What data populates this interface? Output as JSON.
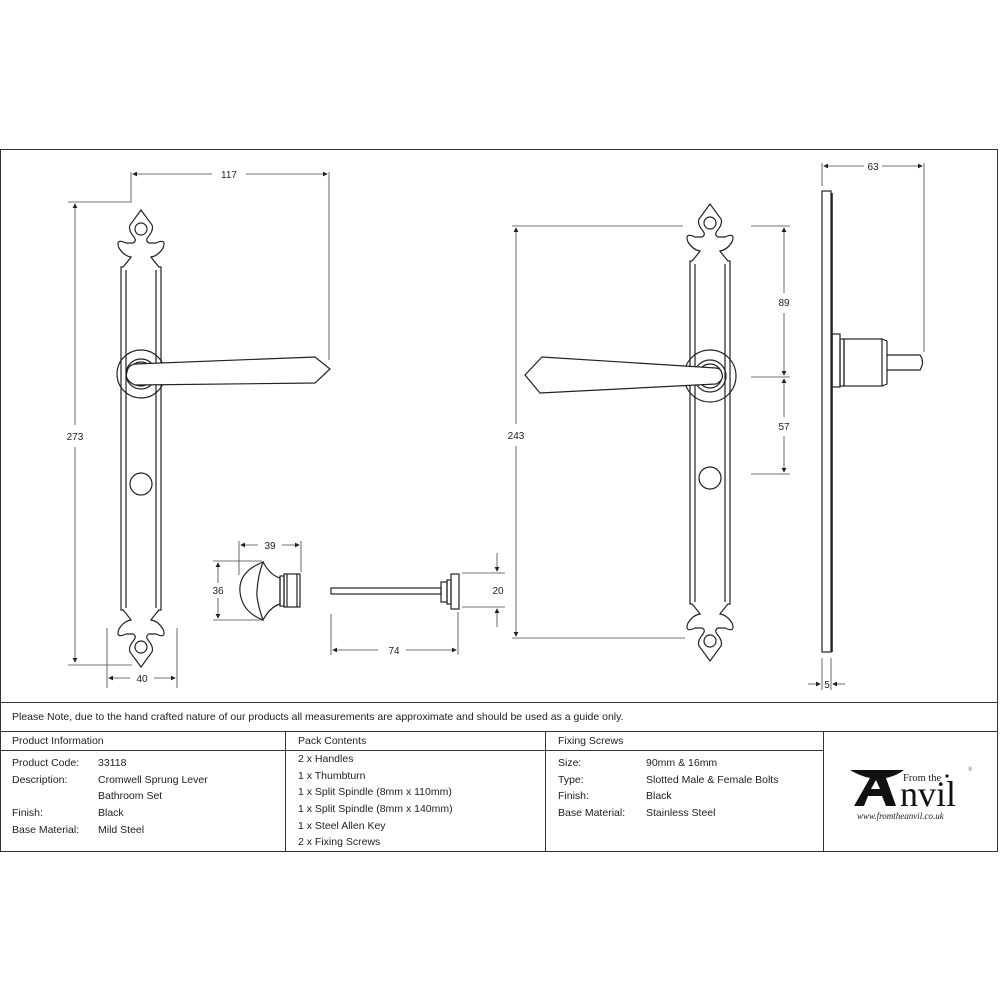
{
  "drawing": {
    "front_view_left": {
      "dims": {
        "width_total": "117",
        "height_total": "273",
        "plate_width": "40"
      }
    },
    "thumbturn": {
      "dims": {
        "length": "39",
        "height": "36"
      }
    },
    "spindle": {
      "dims": {
        "length": "74",
        "head_height": "20"
      }
    },
    "front_view_right": {
      "dims": {
        "height": "243",
        "upper": "89",
        "lower": "57"
      }
    },
    "side_view": {
      "dims": {
        "depth": "63",
        "plate_thickness": "5"
      }
    }
  },
  "note": "Please Note, due to the hand crafted nature of our products all measurements are approximate and should be used as a guide only.",
  "product_information": {
    "header": "Product Information",
    "rows": [
      {
        "key": "Product Code:",
        "value": "33118"
      },
      {
        "key": "Description:",
        "value": "Cromwell Sprung Lever"
      },
      {
        "key": "",
        "value": "Bathroom Set"
      },
      {
        "key": "Finish:",
        "value": "Black"
      },
      {
        "key": "Base Material:",
        "value": "Mild Steel"
      }
    ]
  },
  "pack_contents": {
    "header": "Pack Contents",
    "items": [
      "2 x Handles",
      "1 x Thumbturn",
      "1 x Split Spindle (8mm x 110mm)",
      "1 x Split Spindle (8mm x 140mm)",
      "1 x Steel Allen Key",
      "2 x Fixing Screws"
    ]
  },
  "fixing_screws": {
    "header": "Fixing Screws",
    "rows": [
      {
        "key": "Size:",
        "value": "90mm & 16mm"
      },
      {
        "key": "Type:",
        "value": "Slotted Male & Female Bolts"
      },
      {
        "key": "Finish:",
        "value": "Black"
      },
      {
        "key": "Base Material:",
        "value": "Stainless Steel"
      }
    ]
  },
  "logo": {
    "from_the": "From the",
    "brand": "nvil",
    "brand_initial": "A",
    "registered": "®",
    "url": "www.fromtheanvil.co.uk"
  },
  "colors": {
    "line": "#222222",
    "dim_line": "#444444",
    "border": "#333333",
    "background": "#ffffff"
  }
}
